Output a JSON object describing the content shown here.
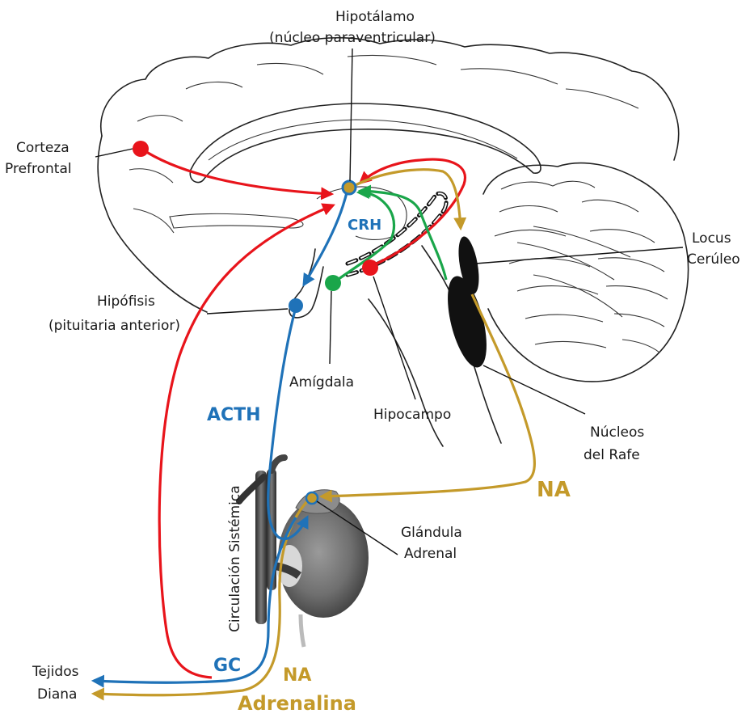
{
  "colors": {
    "red": "#e8141b",
    "blue": "#1f72b8",
    "green": "#1aa64a",
    "gold": "#c49a2a",
    "black": "#111111"
  },
  "labels": {
    "hypothalamus_line1": "Hipotálamo",
    "hypothalamus_line2": "(núcleo paraventricular)",
    "cortex_line1": "Corteza",
    "cortex_line2": "Prefrontal",
    "locus_line1": "Locus",
    "locus_line2": "Cerúleo",
    "pituitary_line1": "Hipófisis",
    "pituitary_line2": "(pituitaria anterior)",
    "amygdala": "Amígdala",
    "hippocampus": "Hipocampo",
    "raphe_line1": "Núcleos",
    "raphe_line2": "del Rafe",
    "adrenal_line1": "Glándula",
    "adrenal_line2": "Adrenal",
    "circulation": "Circulación Sistémica",
    "target_line1": "Tejidos",
    "target_line2": "Diana"
  },
  "signals": {
    "crh": "CRH",
    "acth": "ACTH",
    "na_right": "NA",
    "gc": "GC",
    "na_bottom": "NA",
    "adrenaline": "Adrenalina"
  }
}
